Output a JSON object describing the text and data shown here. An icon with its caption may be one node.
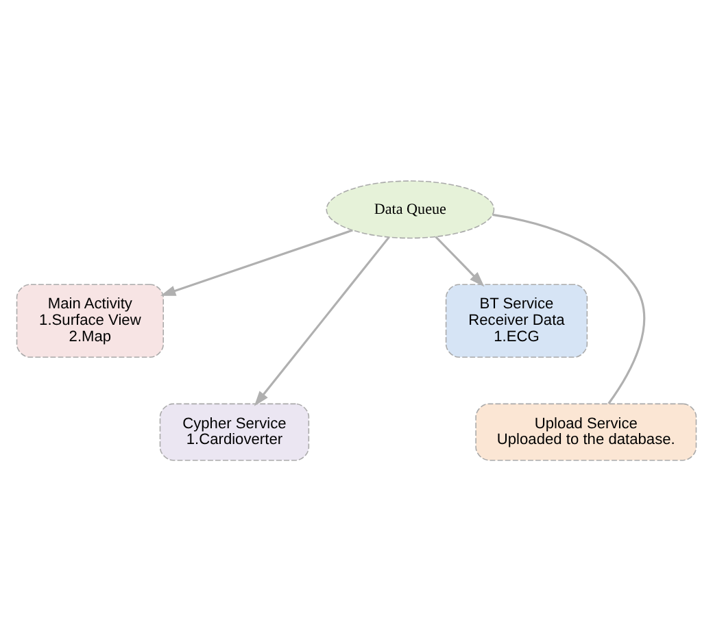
{
  "diagram": {
    "nodes": [
      {
        "text": [
          "Data Queue"
        ]
      },
      {
        "text": [
          "Main Activity",
          "1.Surface View",
          "2.Map"
        ]
      },
      {
        "text": [
          "BT Service",
          "Receiver Data",
          "1.ECG"
        ]
      },
      {
        "text": [
          "Cypher Service",
          "1.Cardioverter"
        ]
      },
      {
        "text": [
          "Upload Service",
          "Uploaded to the database."
        ]
      }
    ],
    "edges": [
      {
        "from": 0,
        "to": 1,
        "arrow": "to"
      },
      {
        "from": 0,
        "to": 2,
        "arrow": "to"
      },
      {
        "from": 0,
        "to": 3,
        "arrow": "to"
      },
      {
        "from": 0,
        "to": 4,
        "arrow": "none"
      }
    ]
  }
}
